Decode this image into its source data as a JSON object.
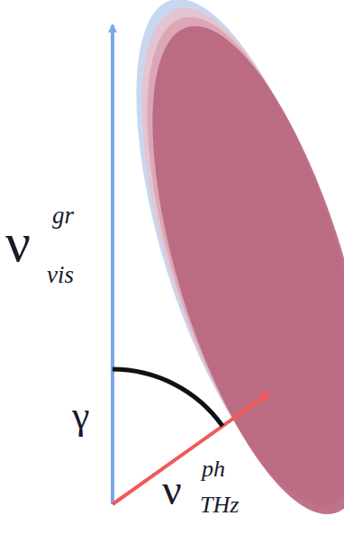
{
  "diagram": {
    "labels": [
      "ν",
      "gr",
      "vis",
      "γ",
      "ν",
      "ph",
      "THz"
    ]
  }
}
